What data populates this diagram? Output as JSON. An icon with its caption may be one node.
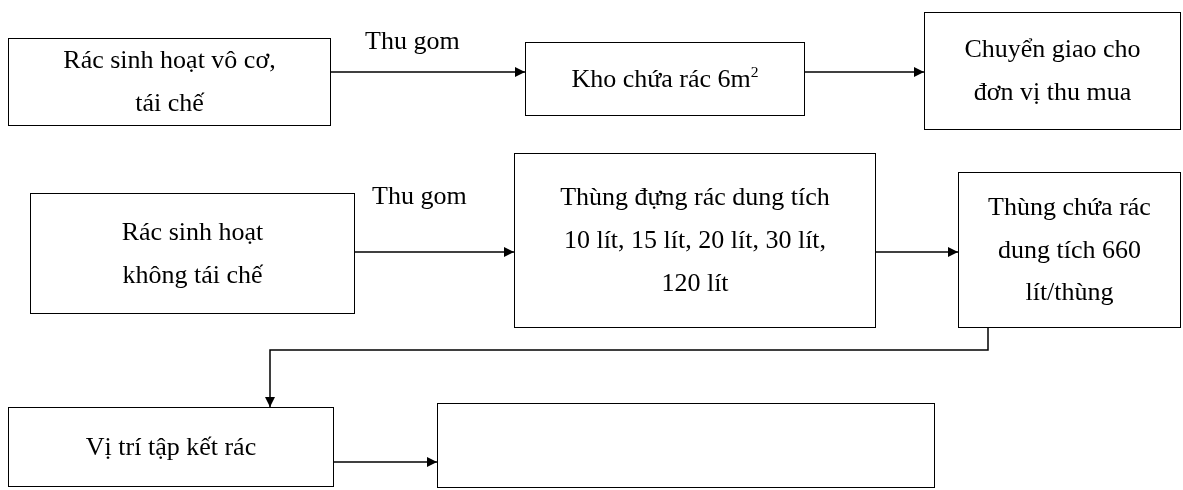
{
  "diagram": {
    "nodes": [
      {
        "text": [
          "Rác sinh hoạt vô cơ, tái chế"
        ]
      },
      {
        "text": [
          "Kho chứa rác 6m$^{2}$"
        ]
      },
      {
        "text": [
          "Chuyển giao cho đơn vị thu mua"
        ]
      },
      {
        "text": [
          "Rác sinh hoạt không tái chế"
        ]
      },
      {
        "text": [
          "Thùng đựng rác dung tích 10 lít, 15 lít, 20 lít, 30 lít, 120 lít"
        ]
      },
      {
        "text": [
          "Thùng chứa rác dung tích 660 lít/thùng"
        ]
      },
      {
        "text": [
          "Vị trí tập kết rác"
        ]
      },
      {
        "text": [],
        "shape": "box"
      }
    ],
    "edges": [
      {
        "from": 0,
        "to": 1,
        "arrow": "to",
        "label": "Thu gom"
      },
      {
        "from": 1,
        "to": 2,
        "arrow": "to"
      },
      {
        "from": 3,
        "to": 4,
        "arrow": "to",
        "label": "Thu gom"
      },
      {
        "from": 4,
        "to": 5,
        "arrow": "to"
      },
      {
        "from": 5,
        "to": 6,
        "arrow": "to"
      },
      {
        "from": 6,
        "to": 7,
        "arrow": "to"
      }
    ]
  }
}
